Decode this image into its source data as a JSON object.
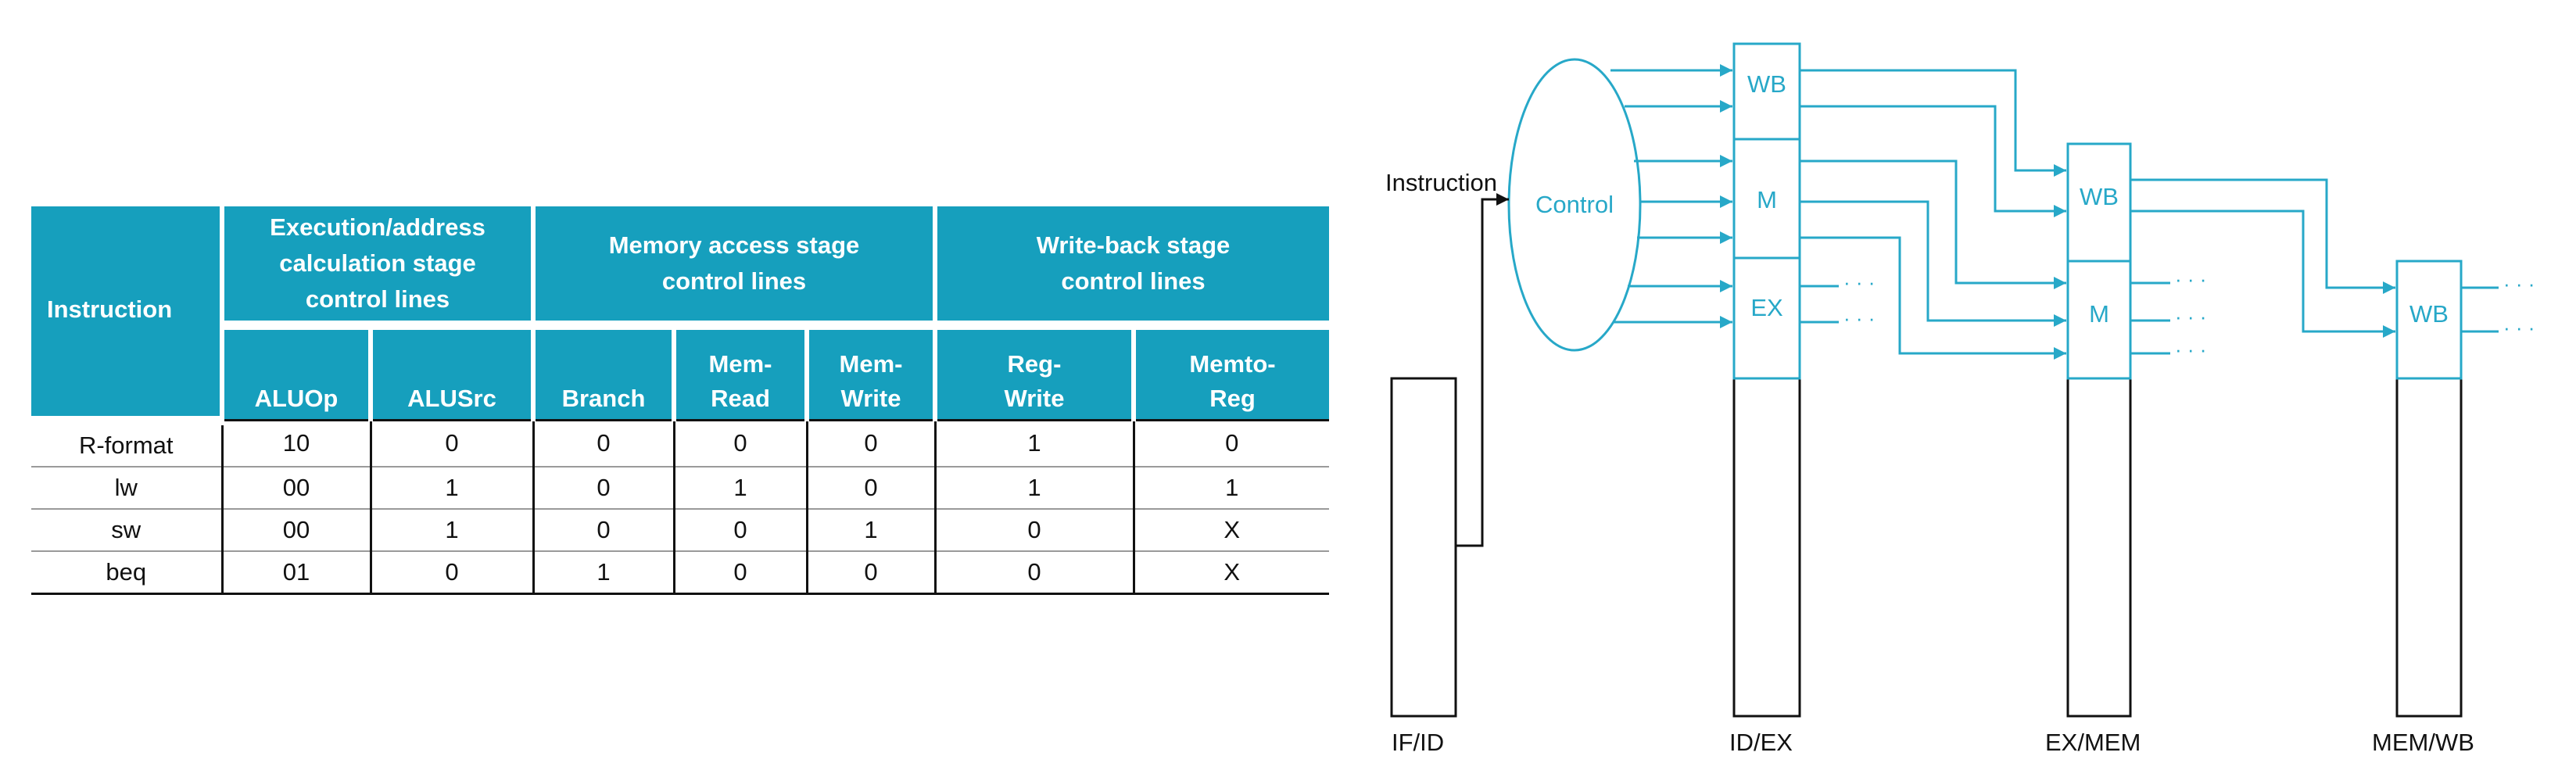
{
  "table": {
    "group_headers": {
      "instruction": "Instruction",
      "execution": "Execution/address\ncalculation stage\ncontrol lines",
      "memory": "Memory access stage\ncontrol lines",
      "writeback": "Write-back stage\ncontrol lines"
    },
    "columns": [
      "ALUOp",
      "ALUSrc",
      "Branch",
      "Mem-\nRead",
      "Mem-\nWrite",
      "Reg-\nWrite",
      "Memto-\nReg"
    ],
    "rows": [
      {
        "instruction": "R-format",
        "values": [
          "10",
          "0",
          "0",
          "0",
          "0",
          "1",
          "0"
        ]
      },
      {
        "instruction": "lw",
        "values": [
          "00",
          "1",
          "0",
          "1",
          "0",
          "1",
          "1"
        ]
      },
      {
        "instruction": "sw",
        "values": [
          "00",
          "1",
          "0",
          "0",
          "1",
          "0",
          "X"
        ]
      },
      {
        "instruction": "beq",
        "values": [
          "01",
          "0",
          "1",
          "0",
          "0",
          "0",
          "X"
        ]
      }
    ]
  },
  "diagram": {
    "instruction_label": "Instruction",
    "control_label": "Control",
    "idex_boxes": [
      "WB",
      "M",
      "EX"
    ],
    "exmem_boxes": [
      "WB",
      "M"
    ],
    "memwb_boxes": [
      "WB"
    ],
    "ellipsis": "· · ·",
    "registers": [
      "IF/ID",
      "ID/EX",
      "EX/MEM",
      "MEM/WB"
    ]
  },
  "colors": {
    "header_bg": "#169fbd",
    "header_text": "#ffffff",
    "diagram_accent": "#27a8c8",
    "line": "#111111"
  }
}
